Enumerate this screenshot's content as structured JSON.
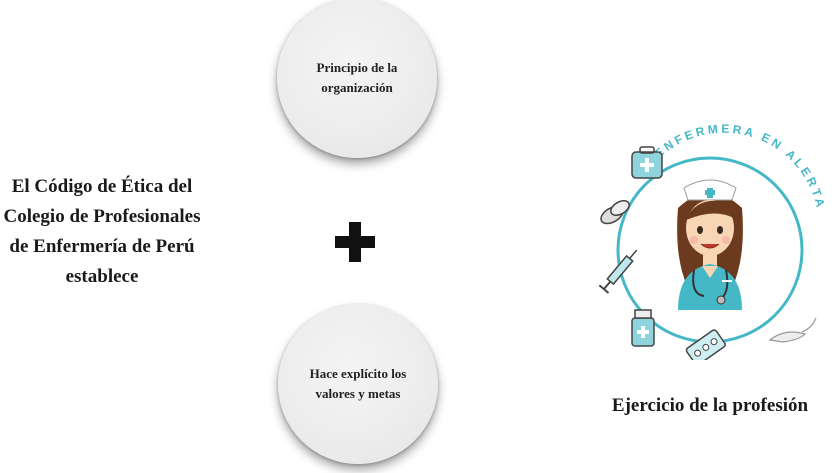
{
  "left_text": "El Código de Ética del Colegio de Profesionales de Enfermería de Perú establece",
  "circles": {
    "top": "Principio de la organización",
    "bottom": "Hace explícito los valores y metas"
  },
  "logo": {
    "arc_text": "ENFERMERA EN ALERTA",
    "icons": [
      "first-aid-kit-icon",
      "pills-icon",
      "syringe-icon",
      "medicine-bottle-icon",
      "pill-pack-icon",
      "stethoscope-icon"
    ]
  },
  "caption": "Ejercicio de la profesión",
  "colors": {
    "teal": "#45b8c8",
    "hair": "#6b3a1f",
    "skin": "#f7d5b5"
  }
}
